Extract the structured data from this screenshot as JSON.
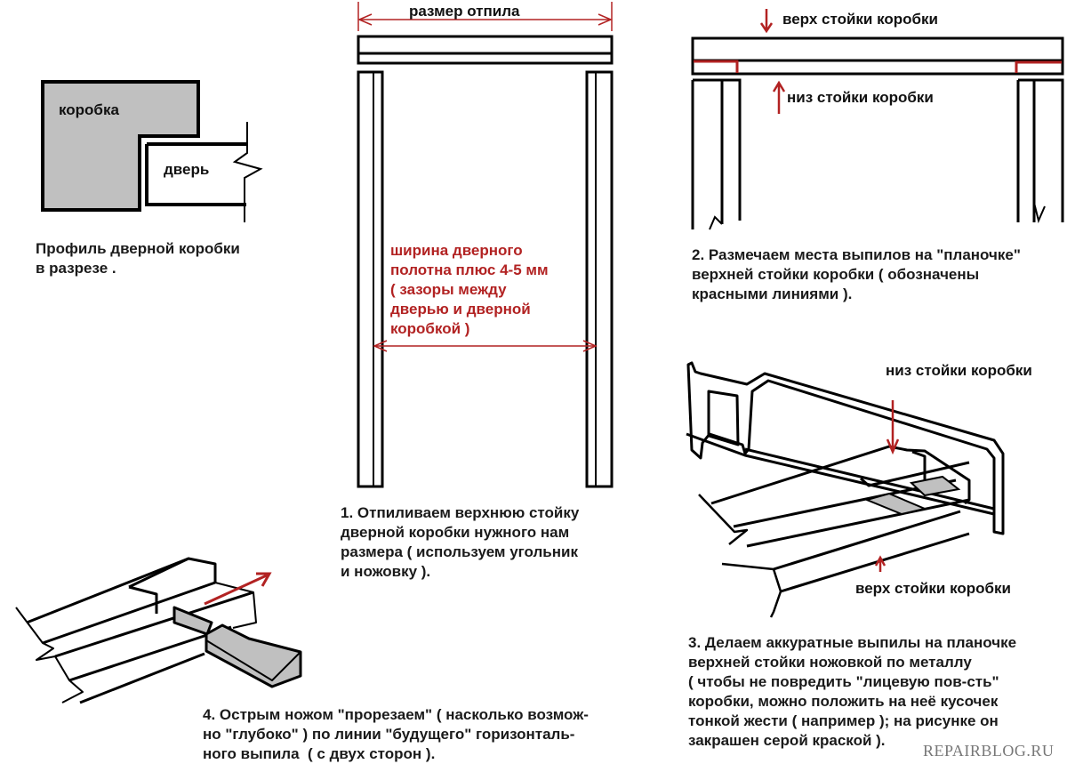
{
  "colors": {
    "label_red": "#b22222",
    "gray_fill": "#c0c0c0",
    "line": "#000000",
    "watermark": "#777777"
  },
  "profile": {
    "frame_label": "коробка",
    "door_label": "дверь",
    "caption": [
      "Профиль дверной коробки",
      "в разрезе ."
    ]
  },
  "step1": {
    "cut_size_label": "размер отпила",
    "width_note": [
      "ширина дверного",
      "полотна плюс 4-5 мм",
      "( зазоры между",
      "дверью и дверной",
      "коробкой )"
    ],
    "caption": [
      "1. Отпиливаем верхнюю стойку",
      "дверной коробки нужного нам",
      "размера ( используем угольник",
      "и ножовку )."
    ]
  },
  "step2": {
    "top_label": "верх стойки коробки",
    "bottom_label": "низ стойки коробки",
    "caption": [
      "2. Размечаем места выпилов на \"планочке\"",
      "верхней стойки коробки ( обозначены",
      "красными линиями )."
    ]
  },
  "step3": {
    "bottom_label": "низ стойки коробки",
    "top_label": "верх стойки коробки",
    "caption": [
      "3. Делаем аккуратные выпилы на планочке",
      "верхней стойки ножовкой по металлу",
      "( чтобы не повредить \"лицевую пов-сть\"",
      "коробки, можно положить на неё кусочек",
      "тонкой жести ( например ); на рисунке он",
      "закрашен серой краской )."
    ]
  },
  "step4": {
    "caption": [
      "4. Острым ножом \"прорезаем\" ( насколько возмож-",
      "но \"глубоко\" ) по линии \"будущего\" горизонталь-",
      "ного выпила  ( с двух сторон )."
    ]
  },
  "watermark": "REPAIRBLOG.RU"
}
